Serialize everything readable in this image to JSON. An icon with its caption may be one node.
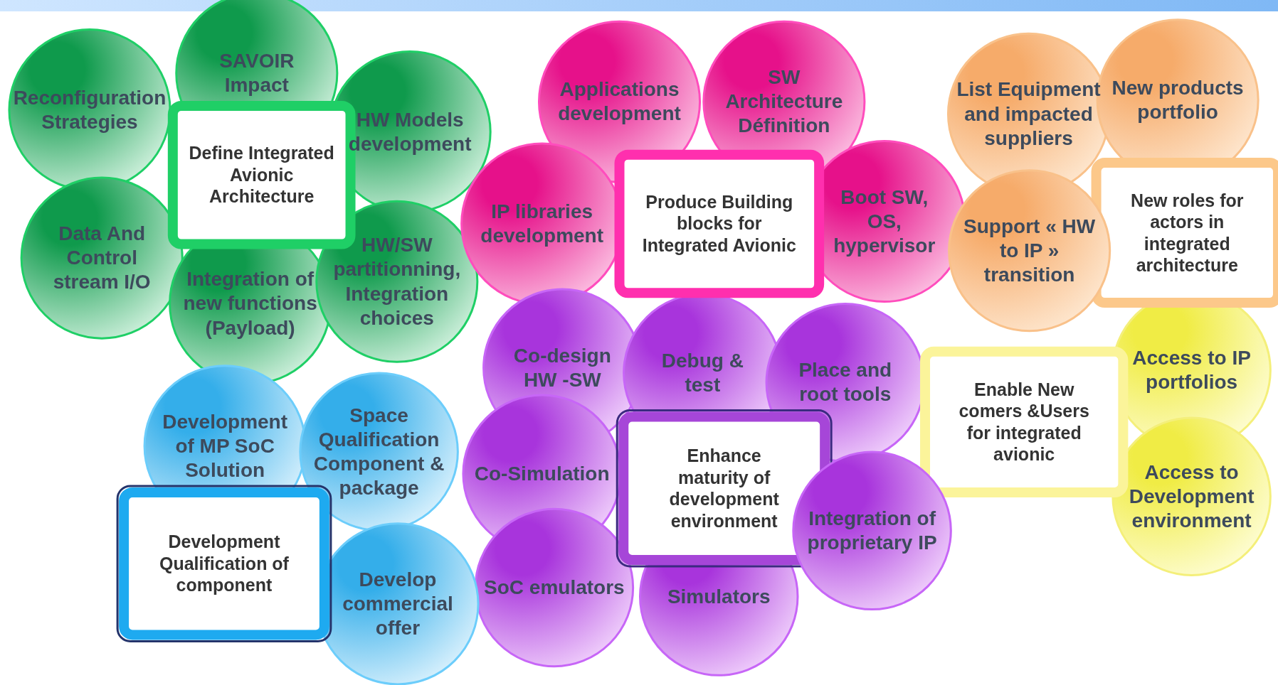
{
  "diagram": {
    "nodes": [
      {
        "text": [
          "Reconfiguration Strategies"
        ]
      },
      {
        "text": [
          "SAVOIR Impact"
        ]
      },
      {
        "text": [
          "Define Integrated Avionic Architecture"
        ]
      },
      {
        "text": [
          "HW Models development"
        ]
      },
      {
        "text": [
          "Data And Control stream I/O"
        ]
      },
      {
        "text": [
          "Integration of new functions (Payload)"
        ]
      },
      {
        "text": [
          "HW/SW partitionning, Integration choices"
        ]
      },
      {
        "text": [
          "Applications development"
        ]
      },
      {
        "text": [
          "SW Architecture Définition"
        ]
      },
      {
        "text": [
          "IP libraries development"
        ]
      },
      {
        "text": [
          "Produce Building blocks for Integrated Avionic"
        ]
      },
      {
        "text": [
          "Boot SW, OS, hypervisor"
        ]
      },
      {
        "text": [
          "List Equipment and impacted suppliers"
        ]
      },
      {
        "text": [
          "New products portfolio"
        ]
      },
      {
        "text": [
          "Support « HW to IP » transition"
        ]
      },
      {
        "text": [
          "New roles for actors in integrated architecture"
        ]
      },
      {
        "text": [
          "Co-design HW -SW"
        ]
      },
      {
        "text": [
          "Debug & test"
        ]
      },
      {
        "text": [
          "Place and root tools"
        ]
      },
      {
        "text": [
          "Co-Simulation"
        ]
      },
      {
        "text": [
          "Enhance maturity of development environment"
        ]
      },
      {
        "text": [
          "Integration of proprietary IP"
        ]
      },
      {
        "text": [
          "SoC emulators"
        ]
      },
      {
        "text": [
          "Simulators"
        ]
      },
      {
        "text": [
          "Development of MP SoC Solution"
        ]
      },
      {
        "text": [
          "Space Qualification Component & package"
        ]
      },
      {
        "text": [
          "Development Qualification of component"
        ]
      },
      {
        "text": [
          "Develop commercial offer"
        ]
      },
      {
        "text": [
          "Enable New comers &Users for integrated avionic"
        ]
      },
      {
        "text": [
          "Access to IP portfolios"
        ]
      },
      {
        "text": [
          "Access to Development environment"
        ]
      }
    ]
  }
}
